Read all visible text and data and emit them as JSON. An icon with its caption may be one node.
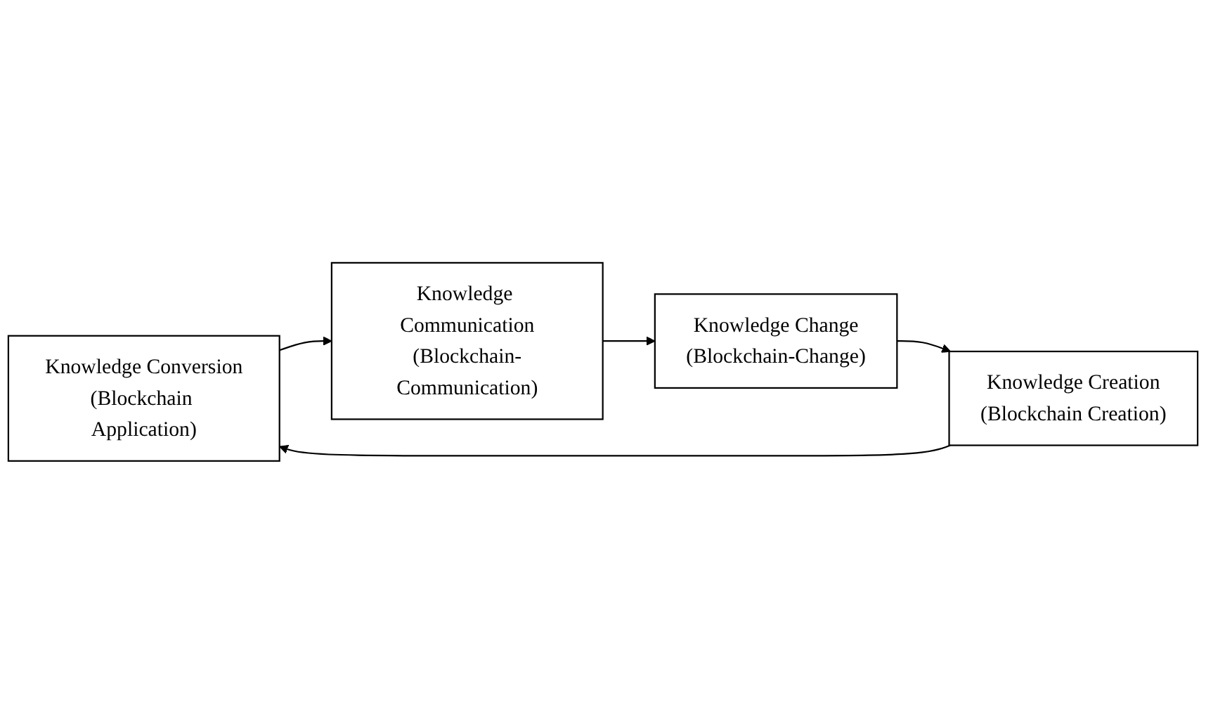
{
  "diagram": {
    "nodes": [
      {
        "text": [
          "Knowledge Conversion",
          "(Blockchain Application)"
        ]
      },
      {
        "text": [
          "Knowledge Communication",
          "(Blockchain-Communication)"
        ]
      },
      {
        "text": [
          "Knowledge Creation",
          "(Blockchain Creation)"
        ]
      },
      {
        "text": [
          "Knowledge Change",
          "(Blockchain-Change)"
        ]
      }
    ],
    "edges": [
      {
        "from": 2,
        "to": 0,
        "arrow": "to"
      },
      {
        "from": 0,
        "to": 1,
        "arrow": "to"
      },
      {
        "from": 1,
        "to": 3,
        "arrow": "to"
      },
      {
        "from": 3,
        "to": 2,
        "arrow": "to"
      }
    ]
  }
}
